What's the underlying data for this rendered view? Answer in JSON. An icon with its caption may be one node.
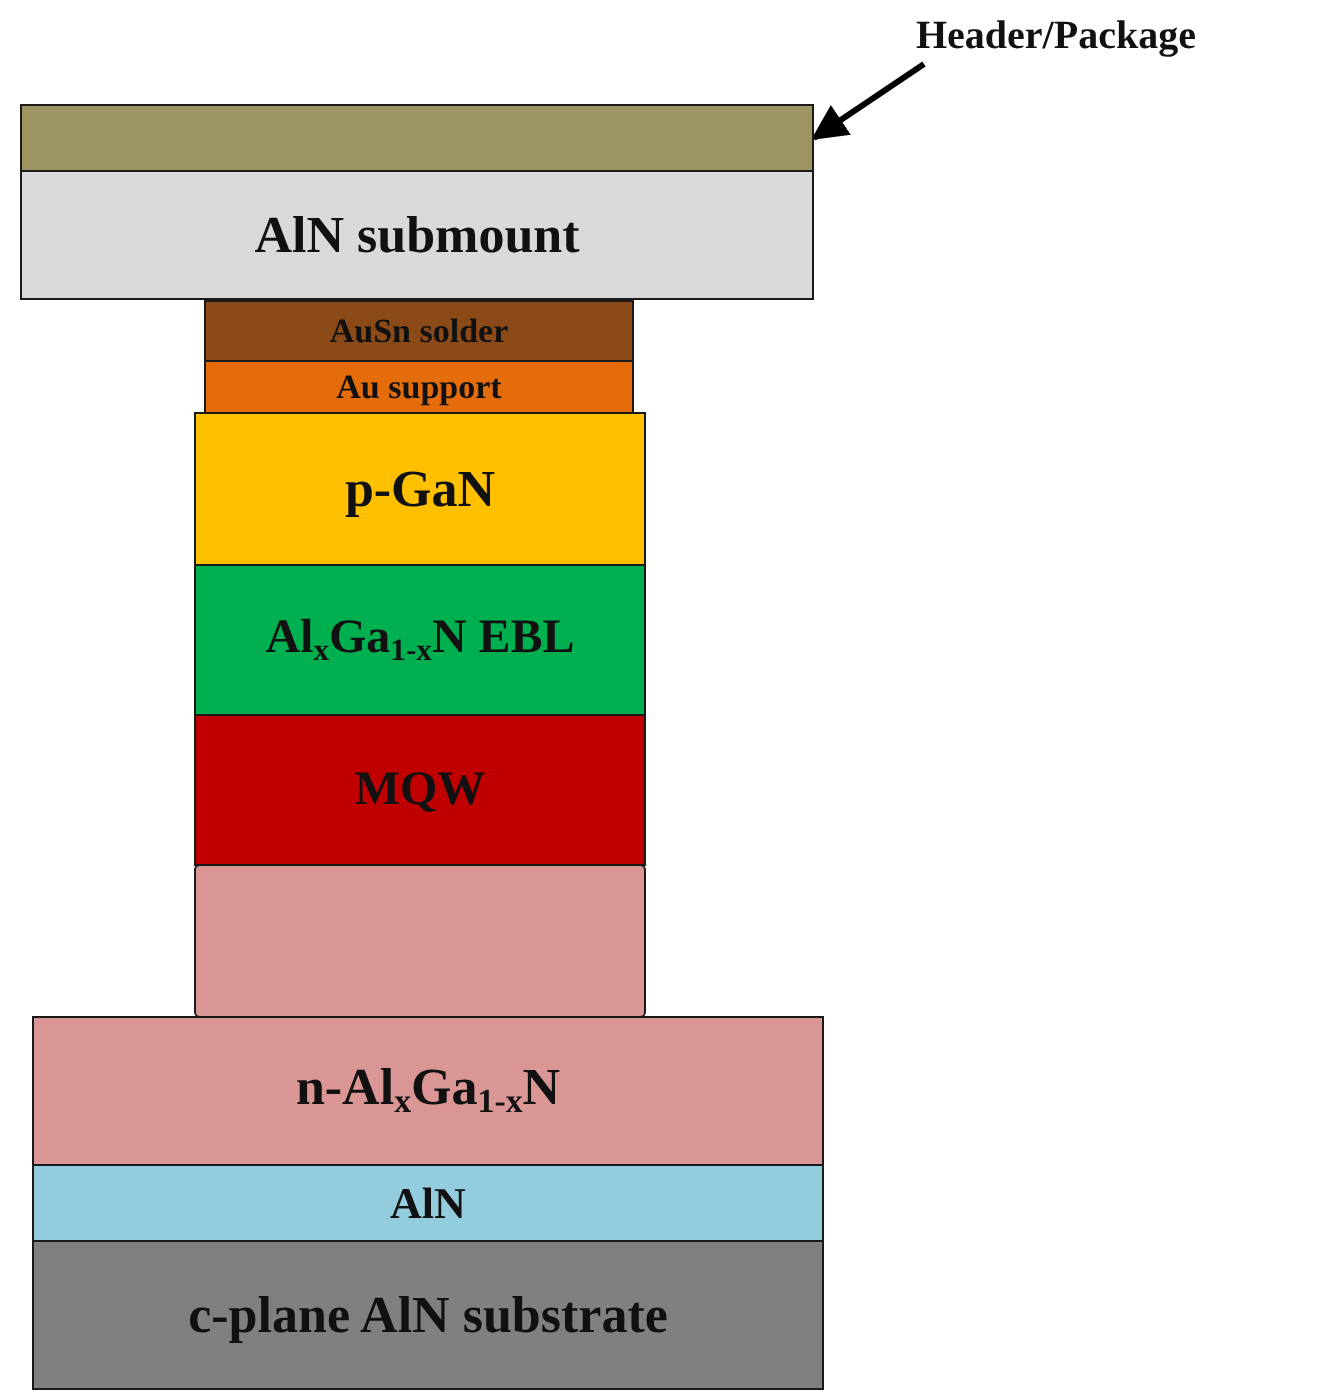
{
  "diagram": {
    "nodes": [
      {
        "text": [
          "Header/Package"
        ]
      },
      {
        "text": [],
        "shape": "bar"
      },
      {
        "text": [
          "AlN submount"
        ]
      },
      {
        "text": [
          "AuSn solder"
        ]
      },
      {
        "text": [
          "Au support"
        ]
      },
      {
        "text": [
          "p-GaN"
        ]
      },
      {
        "text": [
          "Al$_{x}$Ga$_{1-x}$N  EBL"
        ]
      },
      {
        "text": [
          "MQW"
        ]
      },
      {
        "text": [],
        "shape": "box"
      },
      {
        "text": [
          "n-Al$_{x}$Ga$_{1-x}$N"
        ]
      },
      {
        "text": [
          "AlN"
        ]
      },
      {
        "text": [
          "c-plane AlN substrate"
        ]
      }
    ],
    "edges": [
      {
        "from": 0,
        "to": 1,
        "arrow": "to"
      }
    ]
  }
}
